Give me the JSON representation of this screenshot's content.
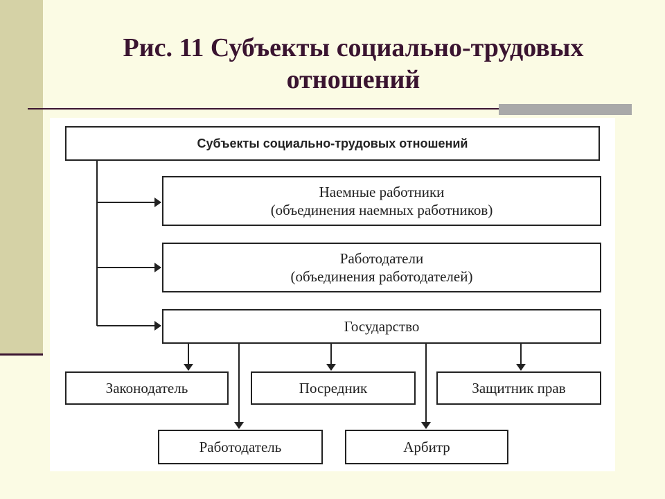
{
  "slide": {
    "title_line1": "Рис. 11 Субъекты социально-трудовых",
    "title_line2": "отношений"
  },
  "diagram": {
    "root": "Субъекты социально-трудовых отношений",
    "employees": {
      "line1": "Наемные работники",
      "line2": "(объединения наемных работников)"
    },
    "employers": {
      "line1": "Работодатели",
      "line2": "(объединения работодателей)"
    },
    "state": "Государство",
    "roles": {
      "legislator": "Законодатель",
      "mediator": "Посредник",
      "rights_defender": "Защитник прав",
      "employer": "Работодатель",
      "arbiter": "Арбитр"
    }
  },
  "colors": {
    "background": "#fbfbe4",
    "side_band": "#d5d2a6",
    "title_text": "#3a1430",
    "diagram_lines": "#222222"
  }
}
